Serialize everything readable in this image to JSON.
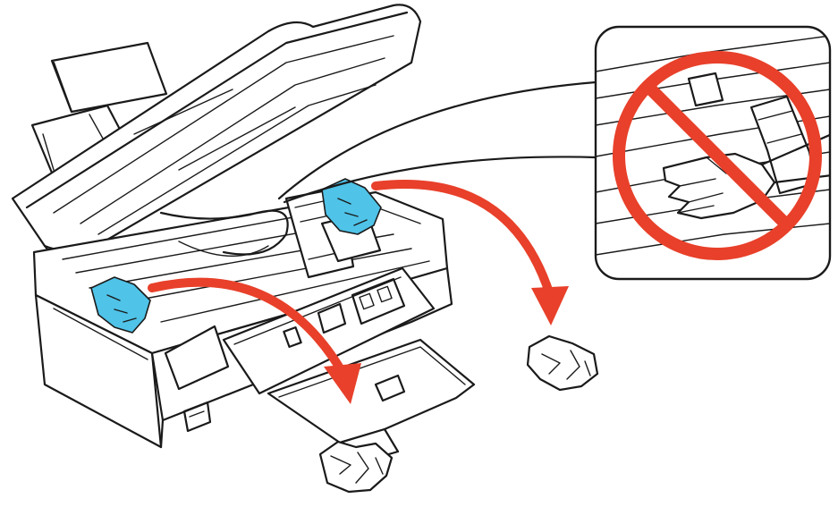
{
  "figure": {
    "subject": "printer-paper-jam-removal",
    "colors": {
      "outline": "#1a1a1a",
      "background": "#ffffff",
      "jammed_paper": "#4fc3e8",
      "arrow": "#e8402a",
      "prohibition": "#e8402a"
    },
    "icons": [
      "printer-illustration",
      "jammed-paper-left-icon",
      "jammed-paper-right-icon",
      "remove-arrow-left-icon",
      "remove-arrow-right-icon",
      "crumpled-paper-icon",
      "inset-callout",
      "hand-icon",
      "prohibition-icon"
    ]
  }
}
